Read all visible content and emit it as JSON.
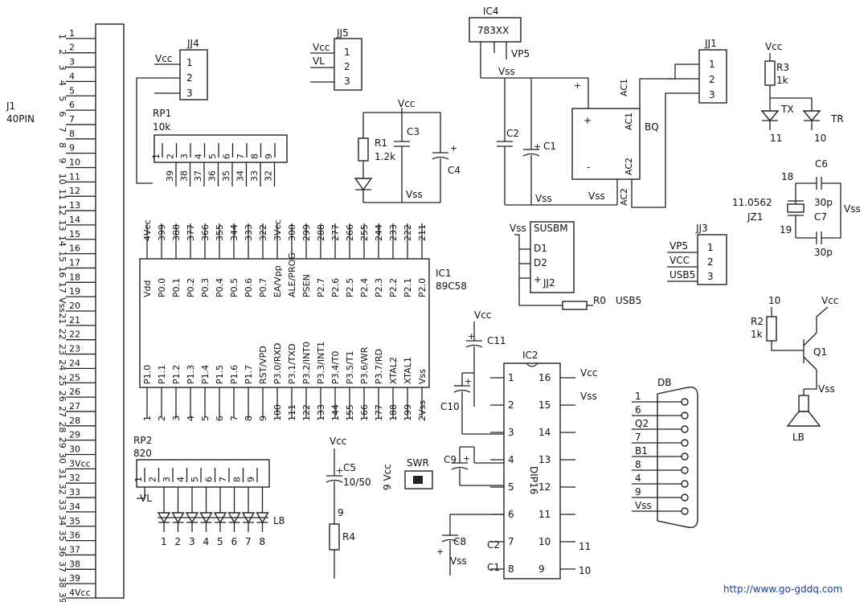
{
  "header": {
    "ic4_name": "IC4",
    "ic4_part": "783XX",
    "vp5": "VP5"
  },
  "j1": {
    "ref": "J1",
    "desc": "40PIN",
    "col_a": [
      "1",
      "2",
      "3",
      "4",
      "5",
      "6",
      "7",
      "8",
      "9",
      "10",
      "11",
      "12",
      "13",
      "14",
      "15",
      "16",
      "17",
      "Vss",
      "21",
      "22",
      "23",
      "24",
      "25",
      "26",
      "27",
      "28",
      "29",
      "30",
      "31",
      "32",
      "33",
      "34",
      "35",
      "36",
      "37",
      "38",
      "39"
    ],
    "col_b": [
      "1",
      "2",
      "3",
      "4",
      "5",
      "6",
      "7",
      "8",
      "9",
      "10",
      "11",
      "12",
      "13",
      "14",
      "15",
      "16",
      "17",
      "18",
      "19",
      "20",
      "21",
      "22",
      "23",
      "24",
      "25",
      "26",
      "27",
      "28",
      "29",
      "30",
      "3Vcc",
      "32",
      "33",
      "34",
      "35",
      "36",
      "37",
      "38",
      "39",
      "4Vcc"
    ]
  },
  "jj4": {
    "ref": "JJ4",
    "net": "Vcc",
    "pins": [
      "1",
      "2",
      "3"
    ]
  },
  "jj5": {
    "ref": "JJ5",
    "nets": [
      "Vcc",
      "VL"
    ],
    "pins": [
      "1",
      "2",
      "3"
    ]
  },
  "rp1": {
    "ref": "RP1",
    "value": "10k",
    "pins": [
      "1",
      "2",
      "3",
      "4",
      "5",
      "6",
      "7",
      "8",
      "9"
    ],
    "bottom": [
      "39",
      "38",
      "37",
      "36",
      "35",
      "34",
      "33",
      "32"
    ]
  },
  "r1": {
    "ref": "R1",
    "value": "1.2k",
    "vcc": "Vcc",
    "vss": "Vss",
    "c3": "C3",
    "c4": "C4"
  },
  "ic1": {
    "ref": "IC1",
    "part": "89C58",
    "top_nets": [
      "4Vcc",
      "399",
      "388",
      "377",
      "366",
      "355",
      "344",
      "333",
      "322",
      "3Vcc",
      "300",
      "299",
      "288",
      "277",
      "266",
      "255",
      "244",
      "233",
      "222",
      "211"
    ],
    "top_pins": [
      "Vdd",
      "P0.0",
      "P0.1",
      "P0.2",
      "P0.3",
      "P0.4",
      "P0.5",
      "P0.6",
      "P0.7",
      "EA/Vpp",
      "ALE/PROG",
      "PSEN",
      "P2.7",
      "P2.6",
      "P2.5",
      "P2.4",
      "P2.3",
      "P2.2",
      "P2.1",
      "P2.0"
    ],
    "bot_pins": [
      "P1.0",
      "P1.1",
      "P1.2",
      "P1.3",
      "P1.4",
      "P1.5",
      "P1.6",
      "P1.7",
      "RST/VPD",
      "P3.0/RXD",
      "P3.1/TXD",
      "P3.2/INT0",
      "P3.3/INT1",
      "P3.4/T0",
      "P3.5/T1",
      "P3.6/WR",
      "P3.7/RD",
      "XTAL2",
      "XTAL1",
      "Vss"
    ],
    "bot_nets": [
      "1",
      "2",
      "3",
      "4",
      "5",
      "6",
      "7",
      "8",
      "9",
      "100",
      "111",
      "122",
      "133",
      "144",
      "155",
      "166",
      "177",
      "188",
      "199",
      "2Vss"
    ]
  },
  "power": {
    "vss": "Vss",
    "c1": "C1",
    "c2": "C2",
    "bq": "BQ",
    "ac1": "AC1",
    "ac2": "AC2",
    "plus": "+",
    "minus": "-"
  },
  "jj1": {
    "ref": "JJ1",
    "pins": [
      "1",
      "2",
      "3"
    ]
  },
  "leds": {
    "vcc": "Vcc",
    "r3": "R3",
    "r3v": "1k",
    "tx": "TX",
    "tr": "TR",
    "tx_n": "11",
    "tr_n": "10"
  },
  "crystal": {
    "c6": "C6",
    "c7": "C7",
    "n18": "18",
    "n19": "19",
    "freq": "11.0562",
    "ref": "JZ1",
    "c6v": "30p",
    "c7v": "30p",
    "vss": "Vss"
  },
  "usb": {
    "vss": "Vss",
    "name": "SUSBM",
    "d1": "D1",
    "d2": "D2",
    "plus": "+",
    "jj2": "JJ2",
    "r0": "R0",
    "usb5": "USB5"
  },
  "jj3": {
    "ref": "JJ3",
    "nets": [
      "VP5",
      "VCC",
      "USB5"
    ],
    "pins": [
      "1",
      "2",
      "3"
    ]
  },
  "q1": {
    "r2": "R2",
    "r2v": "1k",
    "n10": "10",
    "vcc": "Vcc",
    "ref": "Q1",
    "vss": "Vss",
    "lb": "LB"
  },
  "ic2": {
    "ref": "IC2",
    "part": "DIP16",
    "vcc": "Vcc",
    "c11": "C11",
    "c10": "C10",
    "c9": "C9",
    "c8": "C8",
    "vss": "Vss",
    "left": [
      "1",
      "2",
      "3",
      "4",
      "5",
      "6",
      "7",
      "8"
    ],
    "right": [
      "16",
      "15",
      "14",
      "13",
      "12",
      "11",
      "10",
      "9"
    ],
    "r16": "Vcc",
    "r15": "Vss",
    "c2n": "C2",
    "c1n": "C1",
    "n11": "11",
    "n10": "10"
  },
  "db": {
    "ref": "DB",
    "nets": [
      "1",
      "6",
      "Q2",
      "7",
      "B1",
      "8",
      "4",
      "9",
      "Vss"
    ]
  },
  "rp2": {
    "ref": "RP2",
    "value": "820",
    "pins": [
      "1",
      "2",
      "3",
      "4",
      "5",
      "6",
      "7",
      "8",
      "9"
    ],
    "vl": "VL",
    "l8": "L8",
    "leds": [
      "1",
      "2",
      "3",
      "4",
      "5",
      "6",
      "7",
      "8"
    ]
  },
  "misc": {
    "vcc": "Vcc",
    "c5": "C5",
    "c5v": "10/50",
    "n9": "9",
    "r4": "R4",
    "swr_vcc": "9 Vcc",
    "swr": "SWR"
  },
  "watermark": "http://www.go-gddq.com"
}
